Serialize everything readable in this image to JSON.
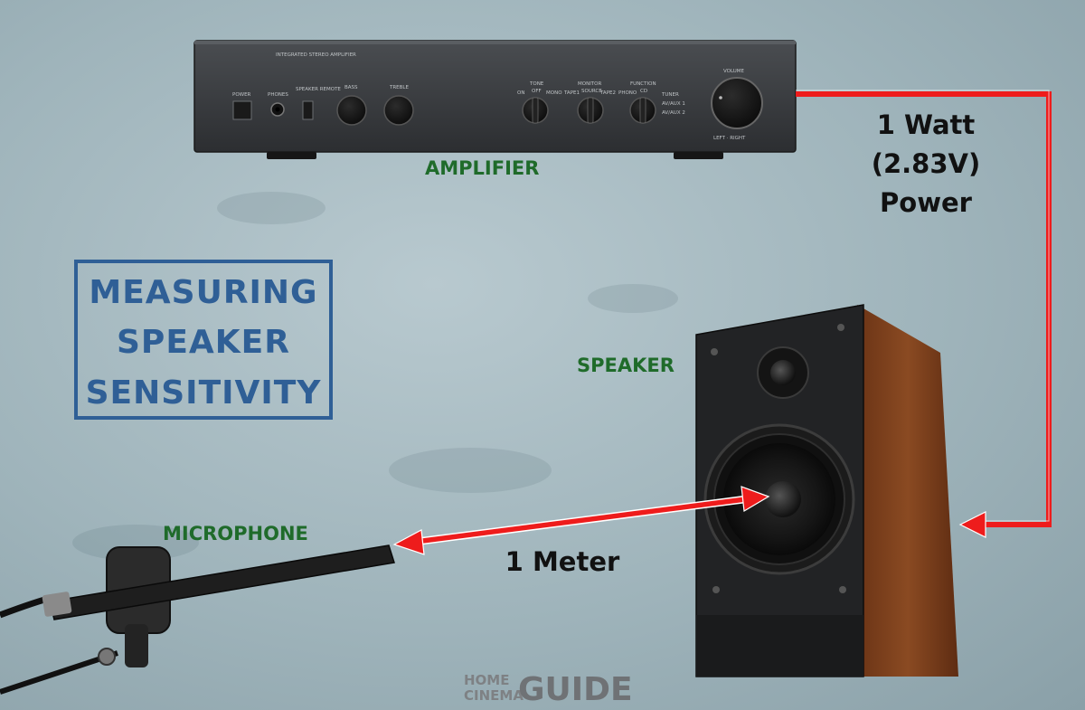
{
  "labels": {
    "amplifier": "AMPLIFIER",
    "speaker": "SPEAKER",
    "microphone": "MICROPHONE",
    "power_line1": "1 Watt",
    "power_line2": "(2.83V)",
    "power_line3": "Power",
    "distance": "1 Meter"
  },
  "title_stamp": {
    "line1": "MEASURING",
    "line2": "SPEAKER",
    "line3": "SENSITIVITY"
  },
  "amplifier_panel": {
    "header": "INTEGRATED STEREO AMPLIFIER",
    "power": "POWER",
    "phones": "PHONES",
    "speaker_remote": "SPEAKER REMOTE",
    "bass": "BASS",
    "treble": "TREBLE",
    "tone": "TONE",
    "tone_on": "ON",
    "tone_off": "OFF",
    "tone_mono": "MONO",
    "monitor": "MONITOR",
    "monitor_tape1": "TAPE1",
    "monitor_source": "SOURCE",
    "monitor_tape2": "TAPE2",
    "function": "FUNCTION",
    "function_phono": "PHONO",
    "function_cd": "CD",
    "function_tuner": "TUNER",
    "function_aux1": "AV/AUX 1",
    "function_aux2": "AV/AUX 2",
    "volume": "VOLUME",
    "balance": "LEFT  ·  RIGHT"
  },
  "logo": {
    "home": "HOME",
    "cinema": "CINEMA",
    "guide": "GUIDE"
  },
  "colors": {
    "arrow": "#ee1c1c",
    "label_green": "#1f6b2a",
    "stamp_blue": "#2f5f96"
  }
}
